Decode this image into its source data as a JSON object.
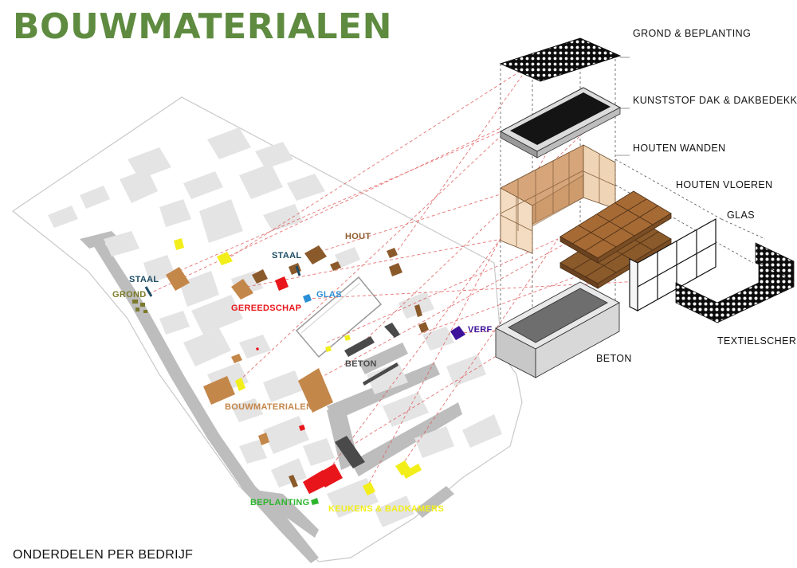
{
  "title": "BOUWMATERIALEN",
  "footer": "ONDERDELEN PER BEDRIJF",
  "colors": {
    "title_green": "#5e8b3f",
    "map_base": "#ffffff",
    "street": "#bdbdbd",
    "building": "#e4e4e4",
    "hout": "#8b5a2b",
    "bouwmaterialen": "#c4874a",
    "gereedschap": "#e8161b",
    "glas": "#2b8fd6",
    "staal": "#1d4c64",
    "grond": "#7b7a2a",
    "verf": "#3b1299",
    "beton": "#4a4a4a",
    "beplanting": "#2db52d",
    "keukens": "#f2ee1a",
    "connector": "#e05b5b"
  },
  "components": {
    "grond_beplanting": "GROND & BEPLANTING",
    "kunststof_dak": "KUNSTSTOF DAK & DAKBEDEKKING",
    "houten_wanden": "HOUTEN WANDEN",
    "houten_vloeren": "HOUTEN VLOEREN",
    "glas": "GLAS",
    "textielscherm": "TEXTIELSCHERM",
    "beton": "BETON"
  },
  "map_labels": {
    "hout": "HOUT",
    "staal_1": "STAAL",
    "staal_2": "STAAL",
    "grond": "GROND",
    "gereedschap": "GEREEDSCHAP",
    "glas": "GLAS",
    "verf": "VERF",
    "beton": "BETON",
    "bouwmaterialen": "BOUWMATERIALEN",
    "beplanting": "BEPLANTING",
    "keukens": "KEUKENS & BADKAMERS"
  }
}
